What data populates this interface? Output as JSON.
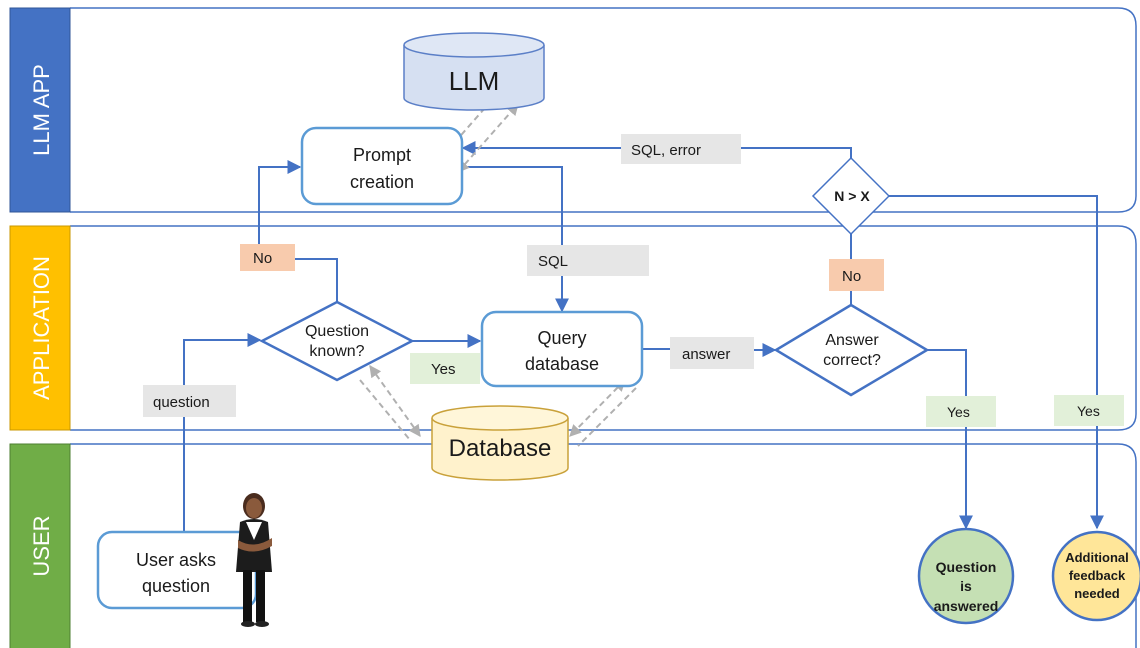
{
  "lanes": {
    "llm_app": "LLM APP",
    "application": "APPLICATION",
    "user": "USER"
  },
  "nodes": {
    "llm": "LLM",
    "prompt_creation": [
      "Prompt",
      "creation"
    ],
    "n_gt_x": "N > X",
    "question_known": [
      "Question",
      "known?"
    ],
    "query_database": [
      "Query",
      "database"
    ],
    "answer_correct": [
      "Answer",
      "correct?"
    ],
    "database": "Database",
    "user_asks": [
      "User asks",
      "question"
    ],
    "question_answered": [
      "Question",
      "is",
      "answered"
    ],
    "additional_feedback": [
      "Additional",
      "feedback",
      "needed"
    ]
  },
  "edge_labels": {
    "sql_error": "SQL, error",
    "no_top": "No",
    "no_right": "No",
    "sql": "SQL",
    "yes_known": "Yes",
    "answer": "answer",
    "question": "question",
    "yes_answered": "Yes",
    "yes_feedback": "Yes"
  },
  "colors": {
    "llm_lane": "#4472c4",
    "application_lane": "#ffc000",
    "user_lane": "#70ad47",
    "line_blue": "#4472c4",
    "label_gray": "#e6e6e6",
    "label_orange": "#f8cbad",
    "label_green": "#e2f0d9",
    "llm_fill": "#d6e0f2",
    "database_fill": "#fff2cc",
    "answered_fill": "#c5e0b4",
    "feedback_fill": "#ffe699"
  }
}
